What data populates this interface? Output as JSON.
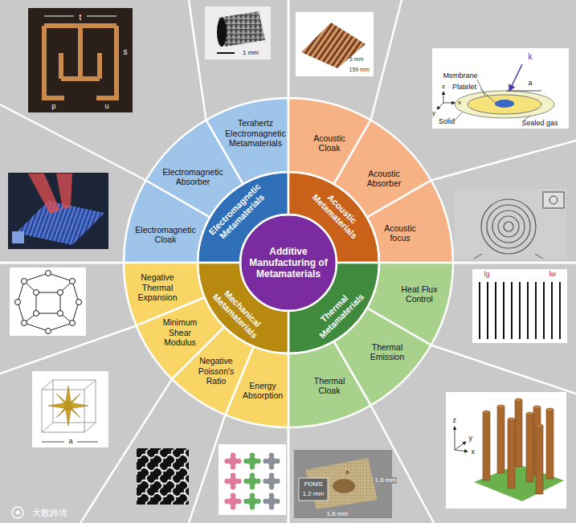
{
  "diagram": {
    "nodes": [
      {
        "text": [
          "Additive Manufacturing of Metamaterials"
        ]
      },
      {
        "text": [
          "Electromagnetic Metamaterials"
        ]
      },
      {
        "text": [
          "Acoustic Metamaterials"
        ]
      },
      {
        "text": [
          "Thermal Metamaterials"
        ]
      },
      {
        "text": [
          "Mechanical Metamaterials"
        ]
      },
      {
        "text": [
          "Terahertz Electromagnetic Metamaterials"
        ]
      },
      {
        "text": [
          "Electromagnetic Absorber"
        ]
      },
      {
        "text": [
          "Electromagnetic Cloak"
        ]
      },
      {
        "text": [
          "Acoustic Cloak"
        ]
      },
      {
        "text": [
          "Acoustic Absorber"
        ]
      },
      {
        "text": [
          "Acoustic focus"
        ]
      },
      {
        "text": [
          "Heat Flux Control"
        ]
      },
      {
        "text": [
          "Thermal Emission"
        ]
      },
      {
        "text": [
          "Thermal Cloak"
        ]
      },
      {
        "text": [
          "Negative Thermal Expansion"
        ]
      },
      {
        "text": [
          "Minimum Shear Modulus"
        ]
      },
      {
        "text": [
          "Negative Poisson's Ratio"
        ]
      },
      {
        "text": [
          "Energy Absorption"
        ]
      }
    ],
    "labels": [
      "t",
      "s",
      "p",
      "u",
      "1 mm",
      "5 mm",
      "159 mm",
      "k",
      "Membrane",
      "Platelet",
      "a",
      "Solid",
      "Sealed gas",
      "x",
      "y",
      "z",
      "lw",
      "lg",
      "a",
      "z",
      "y",
      "x",
      "PDMS",
      "1.2 mm",
      "1.6 mm",
      "1.6 mm",
      "a",
      "大数跨境"
    ]
  }
}
